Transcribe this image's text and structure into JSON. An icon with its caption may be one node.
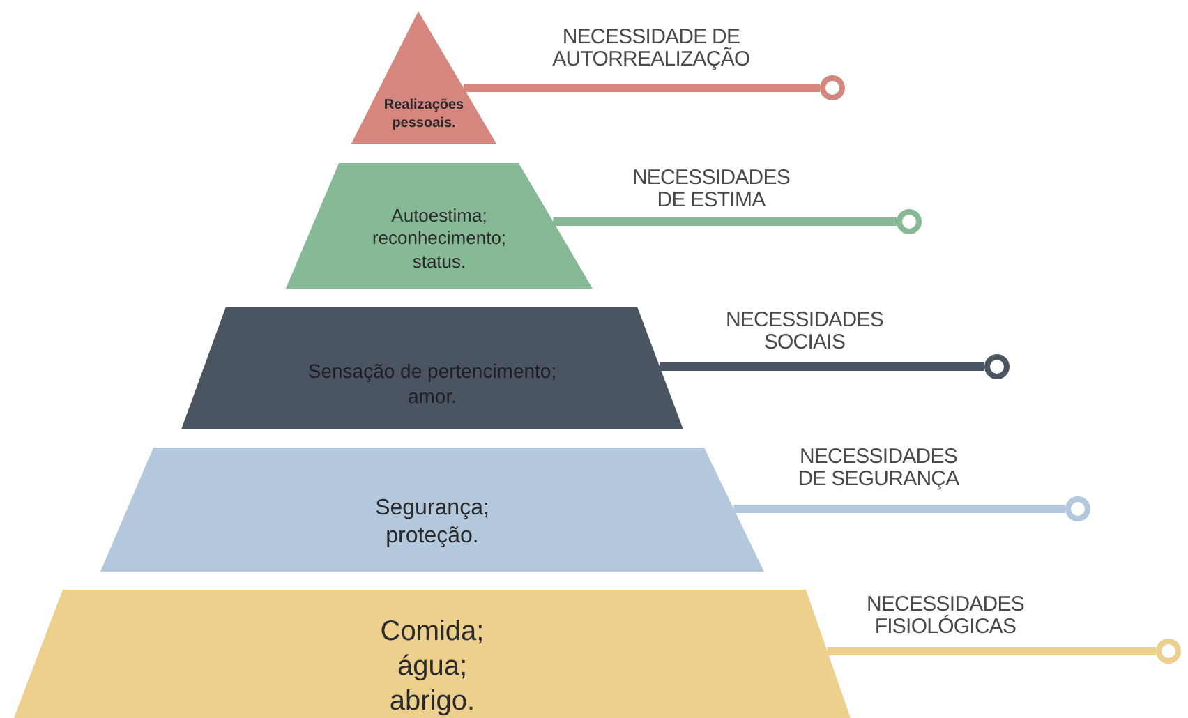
{
  "diagram": {
    "nodes": [
      {
        "text": [
          "Realizações pessoais."
        ],
        "beside": [
          "NECESSIDADE DE AUTORREALIZAÇÃO"
        ]
      },
      {
        "text": [
          "Autoestima; reconhecimento; status."
        ],
        "beside": [
          "NECESSIDADES DE ESTIMA"
        ]
      },
      {
        "text": [
          "Sensação de pertencimento; amor."
        ],
        "beside": [
          "NECESSIDADES SOCIAIS"
        ]
      },
      {
        "text": [
          "Segurança; proteção."
        ],
        "beside": [
          "NECESSIDADES DE SEGURANÇA"
        ]
      },
      {
        "text": [
          "Comida; água; abrigo."
        ],
        "beside": [
          "NECESSIDADES FISIOLÓGICAS"
        ]
      }
    ],
    "edges": [
      {
        "from": 0,
        "to": null,
        "arrow": "other",
        "color": "#d4867f"
      },
      {
        "from": 1,
        "to": null,
        "arrow": "other",
        "color": "#86b995"
      },
      {
        "from": 2,
        "to": null,
        "arrow": "other",
        "color": "#4b5561"
      },
      {
        "from": 3,
        "to": null,
        "arrow": "other",
        "color": "#b4c8dd"
      },
      {
        "from": 4,
        "to": null,
        "arrow": "other",
        "color": "#edd08d"
      }
    ]
  }
}
